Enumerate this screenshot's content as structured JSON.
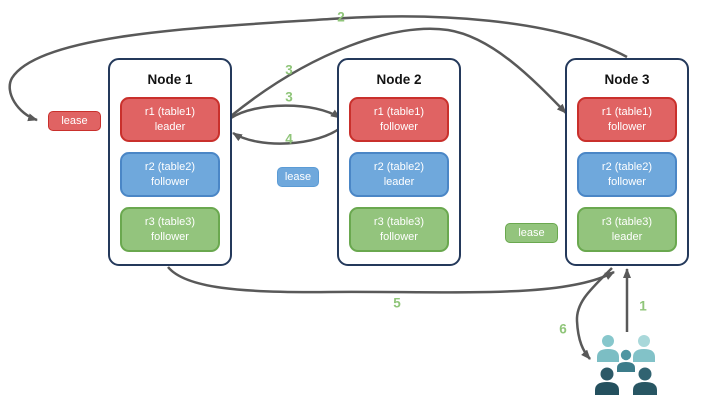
{
  "nodes": [
    {
      "title": "Node 1",
      "replicas": [
        {
          "label": "r1 (table1)",
          "role": "leader",
          "color": "red"
        },
        {
          "label": "r2 (table2)",
          "role": "follower",
          "color": "blue"
        },
        {
          "label": "r3 (table3)",
          "role": "follower",
          "color": "green"
        }
      ]
    },
    {
      "title": "Node 2",
      "replicas": [
        {
          "label": "r1 (table1)",
          "role": "follower",
          "color": "red"
        },
        {
          "label": "r2 (table2)",
          "role": "leader",
          "color": "blue"
        },
        {
          "label": "r3 (table3)",
          "role": "follower",
          "color": "green"
        }
      ]
    },
    {
      "title": "Node 3",
      "replicas": [
        {
          "label": "r1 (table1)",
          "role": "follower",
          "color": "red"
        },
        {
          "label": "r2 (table2)",
          "role": "follower",
          "color": "blue"
        },
        {
          "label": "r3 (table3)",
          "role": "leader",
          "color": "green"
        }
      ]
    }
  ],
  "leases": [
    {
      "label": "lease",
      "color": "red"
    },
    {
      "label": "lease",
      "color": "blue"
    },
    {
      "label": "lease",
      "color": "green"
    }
  ],
  "step_labels": [
    {
      "label": "2"
    },
    {
      "label": "3"
    },
    {
      "label": "3"
    },
    {
      "label": "4"
    },
    {
      "label": "5"
    },
    {
      "label": "6"
    },
    {
      "label": "1"
    }
  ],
  "icons": {
    "users_icon": "group-of-users"
  },
  "colors": {
    "replica_red_fill": "#E06363",
    "replica_red_border": "#C9302C",
    "replica_blue_fill": "#6FA8DC",
    "replica_blue_border": "#4A86C6",
    "replica_green_fill": "#93C47D",
    "replica_green_border": "#6AA84F",
    "node_border": "#24395B",
    "arrow_gray": "#595959",
    "step_label_green": "#8FC579",
    "users_light_teal": "#87C7CC",
    "users_lighter_teal": "#A9D8DA",
    "users_mid_teal": "#4F96A2",
    "users_dark_teal": "#2C5967"
  }
}
